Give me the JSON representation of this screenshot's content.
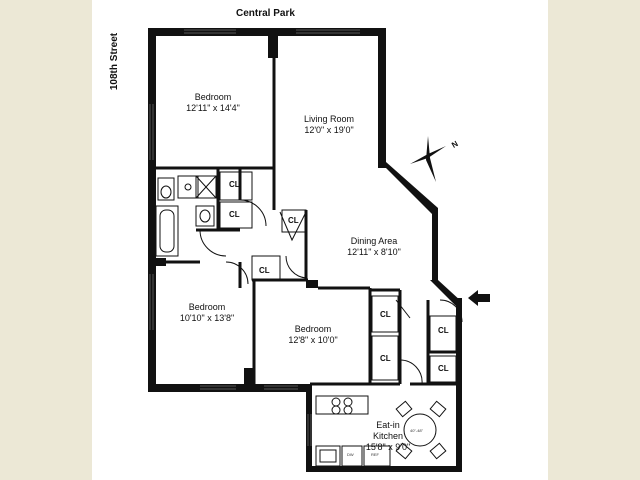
{
  "streets": {
    "top": "Central Park",
    "side": "108th Street"
  },
  "compass": {
    "label": "N"
  },
  "rooms": {
    "bedroom_top": {
      "name": "Bedroom",
      "dims": "12'11\" x 14'4\""
    },
    "living_room": {
      "name": "Living Room",
      "dims": "12'0\" x 19'0\""
    },
    "dining_area": {
      "name": "Dining Area",
      "dims": "12'11\" x 8'10\""
    },
    "bedroom_left": {
      "name": "Bedroom",
      "dims": "10'10\" x 13'8\""
    },
    "bedroom_mid": {
      "name": "Bedroom",
      "dims": "12'8\" x 10'0\""
    },
    "kitchen": {
      "name": "Eat-in\nKitchen",
      "name_line1": "Eat-in",
      "name_line2": "Kitchen",
      "dims": "15'8\" x 9'0\""
    }
  },
  "closets": [
    "CL",
    "CL",
    "CL",
    "CL",
    "CL",
    "CL",
    "CL",
    "CL"
  ],
  "appliances": {
    "dw": "DW",
    "ref": "REF",
    "table_label": "40\"-48\""
  },
  "colors": {
    "wall": "#111111",
    "background": "#ece8d6",
    "sheet": "#ffffff"
  }
}
